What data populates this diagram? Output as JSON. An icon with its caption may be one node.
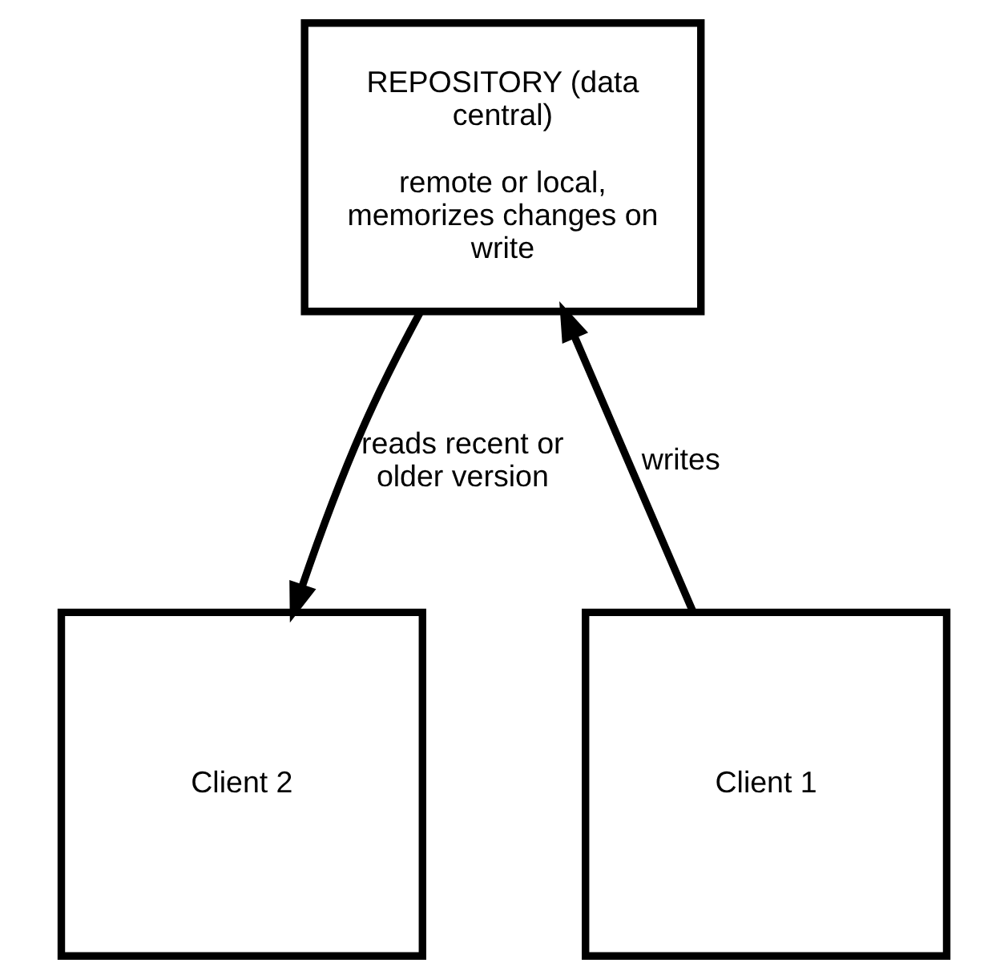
{
  "diagram": {
    "nodes": [
      {
        "text": [
          "REPOSITORY (data central)",
          "remote or local, memorizes changes on write"
        ]
      },
      {
        "text": [
          "Client 1"
        ]
      },
      {
        "text": [
          "Client 2"
        ]
      }
    ],
    "edges": [
      {
        "from": 1,
        "to": 0,
        "arrow": "to",
        "label": "writes"
      },
      {
        "from": 0,
        "to": 2,
        "arrow": "to",
        "label": "reads recent or older version"
      }
    ]
  }
}
